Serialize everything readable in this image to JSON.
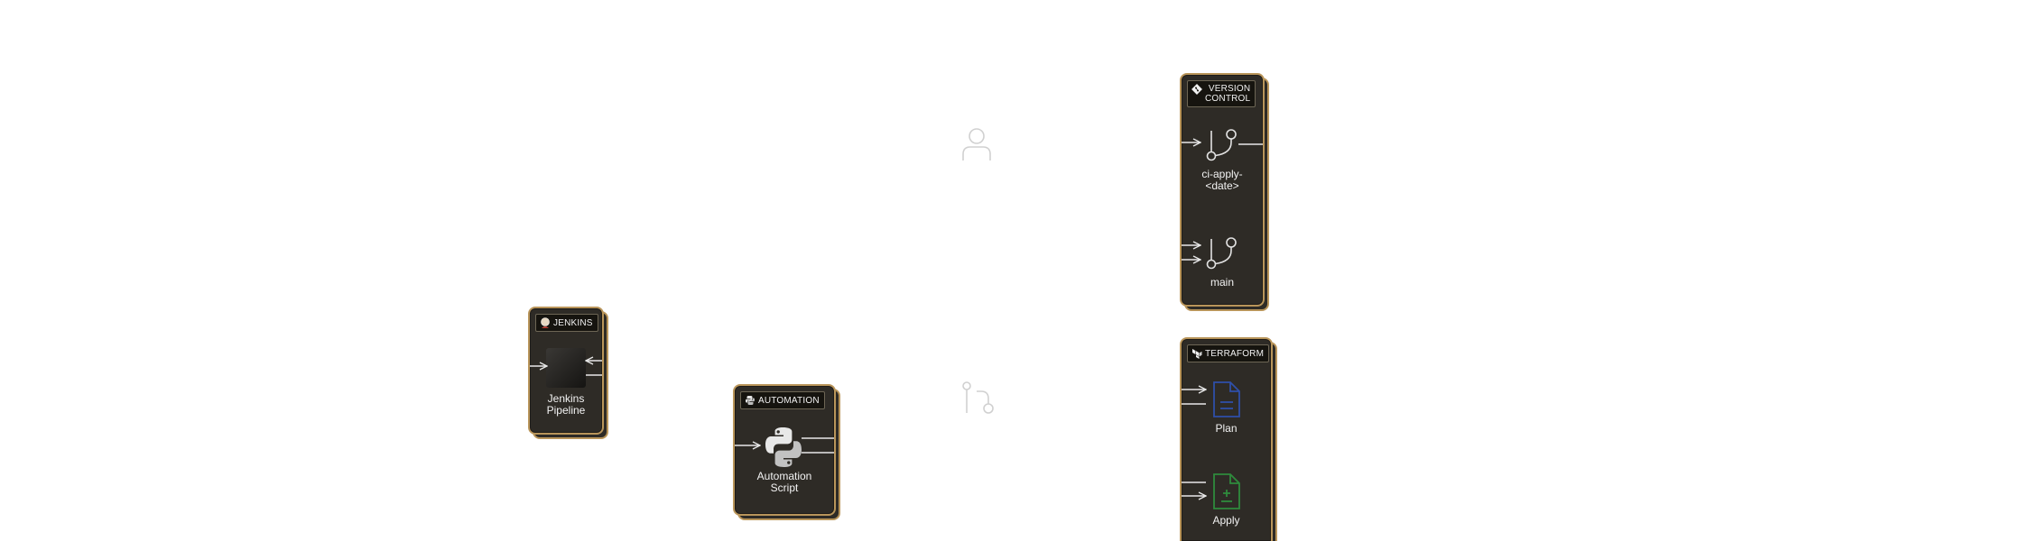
{
  "nodes": {
    "jenkins": {
      "tag": "JENKINS",
      "label": "Jenkins\nPipeline"
    },
    "automation": {
      "tag": "AUTOMATION",
      "label": "Automation\nScript"
    },
    "version_control": {
      "tag": "VERSION\nCONTROL",
      "branches": [
        "ci-apply-\n<date>",
        "main"
      ]
    },
    "terraform": {
      "tag": "TERRAFORM",
      "steps": [
        "Plan",
        "Apply"
      ]
    }
  },
  "icons": {
    "user": "user-icon",
    "pull_request": "pull-request-icon",
    "branch": "git-branch-icon",
    "python": "python-icon",
    "document": "document-icon"
  },
  "colors": {
    "card_bg": "#2e2b26",
    "card_border": "#b9955a",
    "plan_icon": "#2f4fa8",
    "apply_icon": "#2e8b3c",
    "ghost_icon": "#c9c9c9"
  }
}
